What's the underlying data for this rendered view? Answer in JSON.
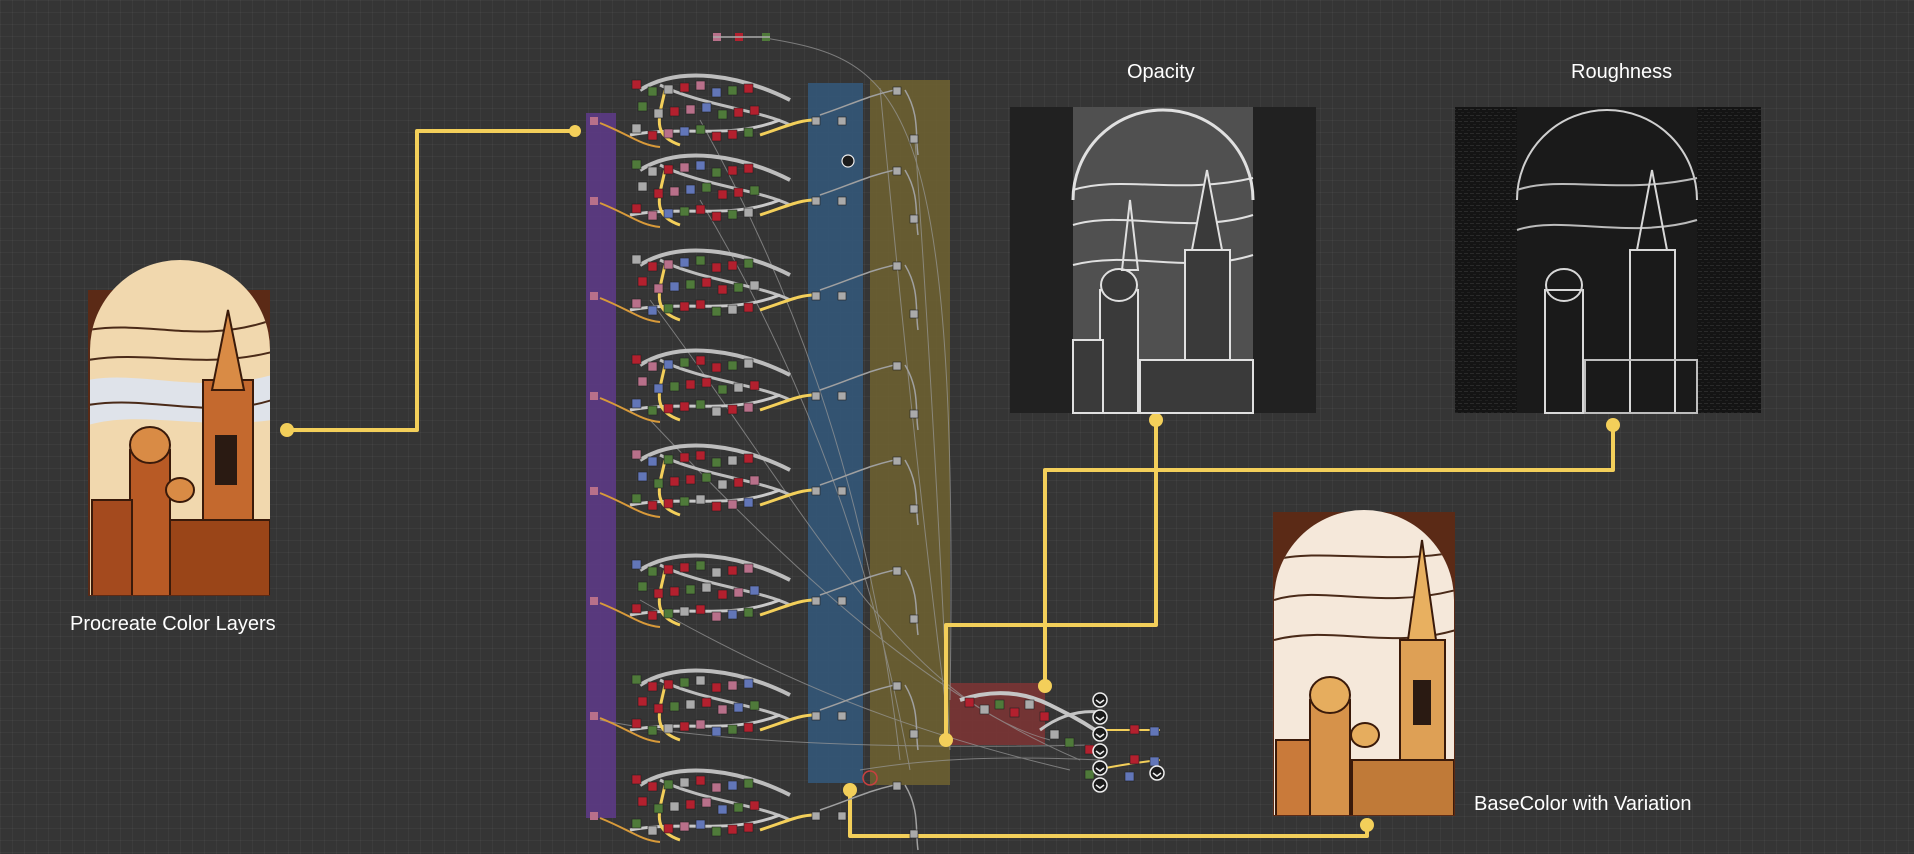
{
  "nodes": {
    "procreate_color_layers": {
      "label": "Procreate Color Layers"
    },
    "opacity": {
      "label": "Opacity"
    },
    "roughness": {
      "label": "Roughness"
    },
    "basecolor": {
      "label": "BaseColor with Variation"
    }
  },
  "colors": {
    "canvas_bg": "#353535",
    "wire_main": "#f3cf5a",
    "frame_purple": "#5e3a8a",
    "frame_blue": "#335678",
    "frame_olive": "#6e6230",
    "frame_red": "#7a3434",
    "node_red": "#b3202e",
    "node_green": "#4f7a3a",
    "node_grey": "#aaaaaa",
    "node_pink": "#b8708a",
    "node_blue": "#6276b8"
  },
  "icons": {
    "output_nodes": "output-node-icon"
  }
}
